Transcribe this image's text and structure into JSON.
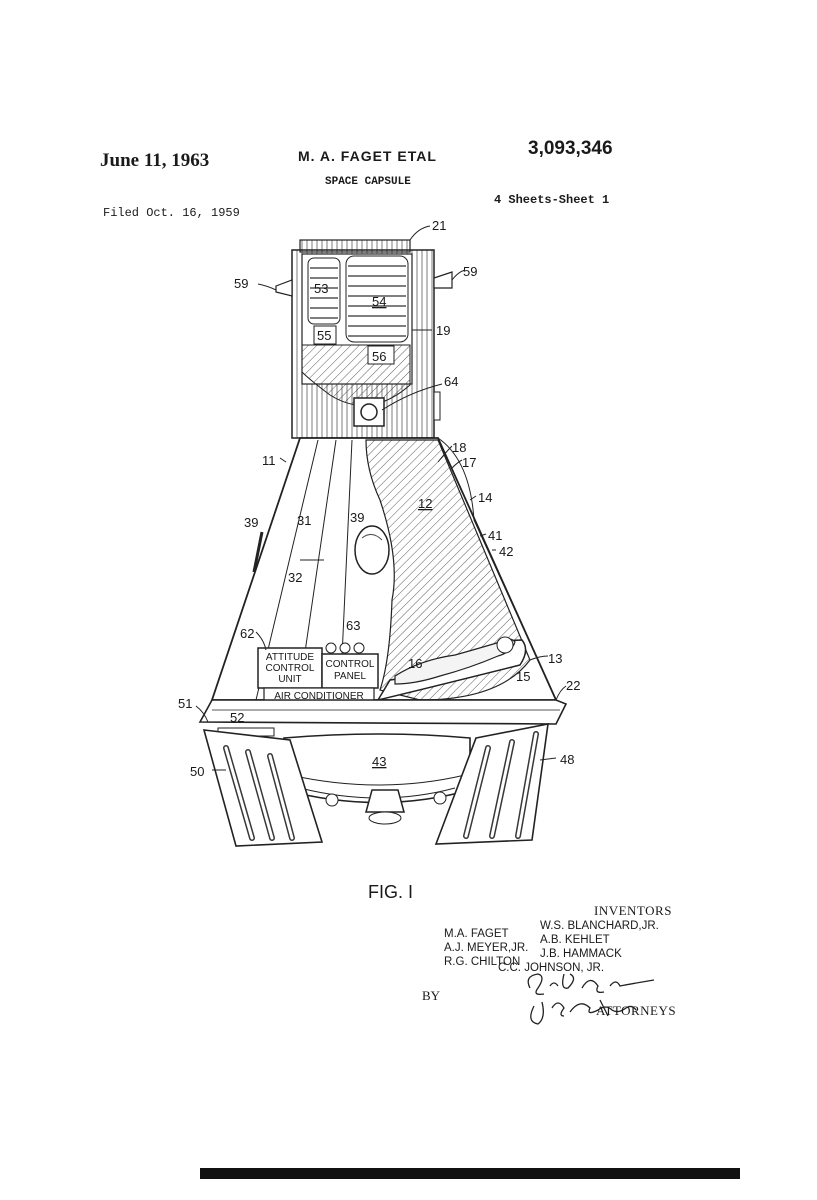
{
  "header": {
    "date": "June 11, 1963",
    "inventor": "M. A. FAGET ETAL",
    "patent_number": "3,093,346",
    "title": "SPACE CAPSULE",
    "filed": "Filed Oct. 16, 1959",
    "sheets": "4 Sheets-Sheet 1"
  },
  "figure": {
    "caption": "FIG. I",
    "labels": [
      "21",
      "59",
      "59",
      "53",
      "54",
      "55",
      "56",
      "19",
      "64",
      "18",
      "17",
      "11",
      "12",
      "14",
      "39",
      "31",
      "39",
      "41",
      "42",
      "32",
      "62",
      "63",
      "13",
      "16",
      "15",
      "22",
      "51",
      "52",
      "50",
      "43",
      "48"
    ],
    "boxes": {
      "attitude_line1": "ATTITUDE",
      "attitude_line2": "CONTROL",
      "attitude_line3": "UNIT",
      "panel_line1": "CONTROL",
      "panel_line2": "PANEL",
      "air": "AIR CONDITIONER"
    }
  },
  "inventors": {
    "heading": "INVENTORS",
    "left": [
      "M.A. FAGET",
      "A.J. MEYER,JR.",
      "R.G. CHILTON"
    ],
    "right": [
      "W.S. BLANCHARD,JR.",
      "A.B. KEHLET",
      "J.B. HAMMACK"
    ],
    "last": "C.C. JOHNSON, JR."
  },
  "attorneys": {
    "by": "BY",
    "signature1": "G. D. O'Brien",
    "signature2": "J. O. Tresansky",
    "label": "ATTORNEYS"
  }
}
